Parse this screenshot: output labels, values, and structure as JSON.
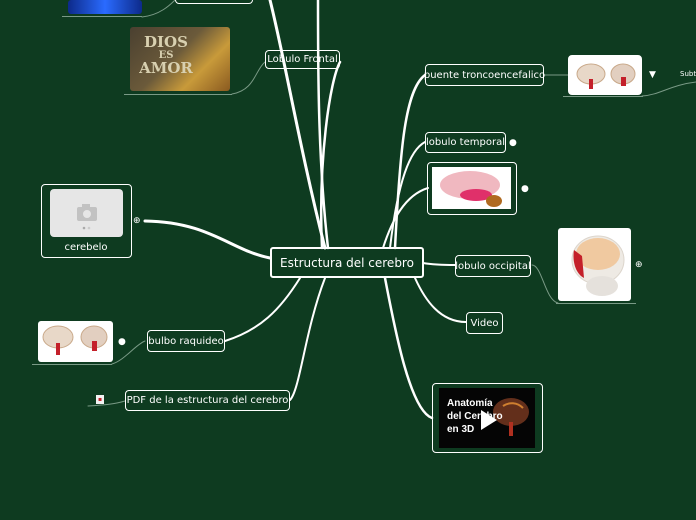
{
  "central": {
    "label": "Estructura del cerebro"
  },
  "nodes": {
    "frontal": "Lobulo Frontal",
    "tronco": "puente troncoencefalico",
    "temporal": "lobulo temporal",
    "occipital": "lobulo occipital",
    "video": "Video",
    "cerebelo": "cerebelo",
    "bulbo": "bulbo raquideo",
    "pdf": "PDF de la estructura del cerebro",
    "subtopic": "Subt"
  },
  "images": {
    "dios_sign": [
      "DIOS",
      "ES",
      "AMOR"
    ],
    "video_title": [
      "Anatomía",
      "del Cerebro",
      "en 3D"
    ]
  },
  "icons": {
    "globe": "globe-icon",
    "attachment": "attachment-icon",
    "pdf": "pdf-icon",
    "camera": "camera-icon",
    "play": "play-icon",
    "filter": "filter-icon"
  },
  "colors": {
    "background": "#0e3b20",
    "line": "#ffffff",
    "brain_red": "#c4202a"
  }
}
